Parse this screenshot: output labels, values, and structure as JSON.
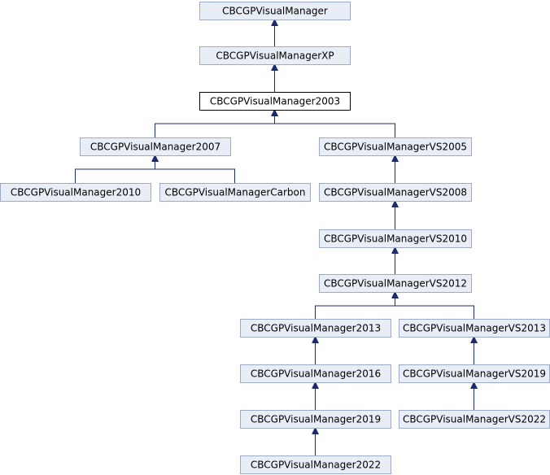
{
  "colors": {
    "node_fill": "#e8edf6",
    "node_stroke": "#9aaac8",
    "current_fill": "#ffffff",
    "current_stroke": "#000000",
    "edge": "#1c2a6e"
  },
  "nodes": [
    {
      "id": "vm",
      "label": "CBCGPVisualManager",
      "current": false
    },
    {
      "id": "xp",
      "label": "CBCGPVisualManagerXP",
      "current": false
    },
    {
      "id": "m2003",
      "label": "CBCGPVisualManager2003",
      "current": true
    },
    {
      "id": "m2007",
      "label": "CBCGPVisualManager2007",
      "current": false
    },
    {
      "id": "vs2005",
      "label": "CBCGPVisualManagerVS2005",
      "current": false
    },
    {
      "id": "m2010",
      "label": "CBCGPVisualManager2010",
      "current": false
    },
    {
      "id": "carbon",
      "label": "CBCGPVisualManagerCarbon",
      "current": false
    },
    {
      "id": "vs2008",
      "label": "CBCGPVisualManagerVS2008",
      "current": false
    },
    {
      "id": "vs2010",
      "label": "CBCGPVisualManagerVS2010",
      "current": false
    },
    {
      "id": "vs2012",
      "label": "CBCGPVisualManagerVS2012",
      "current": false
    },
    {
      "id": "m2013",
      "label": "CBCGPVisualManager2013",
      "current": false
    },
    {
      "id": "vs2013",
      "label": "CBCGPVisualManagerVS2013",
      "current": false
    },
    {
      "id": "m2016",
      "label": "CBCGPVisualManager2016",
      "current": false
    },
    {
      "id": "vs2019",
      "label": "CBCGPVisualManagerVS2019",
      "current": false
    },
    {
      "id": "m2019",
      "label": "CBCGPVisualManager2019",
      "current": false
    },
    {
      "id": "vs2022",
      "label": "CBCGPVisualManagerVS2022",
      "current": false
    },
    {
      "id": "m2022",
      "label": "CBCGPVisualManager2022",
      "current": false
    }
  ],
  "edges": [
    {
      "from": "xp",
      "to": "vm"
    },
    {
      "from": "m2003",
      "to": "xp"
    },
    {
      "from": "m2007",
      "to": "m2003"
    },
    {
      "from": "vs2005",
      "to": "m2003"
    },
    {
      "from": "m2010",
      "to": "m2007"
    },
    {
      "from": "carbon",
      "to": "m2007"
    },
    {
      "from": "vs2008",
      "to": "vs2005"
    },
    {
      "from": "vs2010",
      "to": "vs2008"
    },
    {
      "from": "vs2012",
      "to": "vs2010"
    },
    {
      "from": "m2013",
      "to": "vs2012"
    },
    {
      "from": "vs2013",
      "to": "vs2012"
    },
    {
      "from": "m2016",
      "to": "m2013"
    },
    {
      "from": "vs2019",
      "to": "vs2013"
    },
    {
      "from": "m2019",
      "to": "m2016"
    },
    {
      "from": "vs2022",
      "to": "vs2019"
    },
    {
      "from": "m2022",
      "to": "m2019"
    }
  ]
}
